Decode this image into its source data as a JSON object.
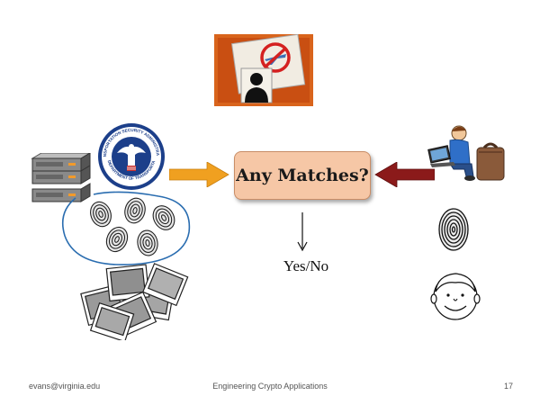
{
  "slide": {
    "match_label": "Any Matches?",
    "result_label": "Yes/No",
    "seal": {
      "top_text": "TRANSPORTATION SECURITY ADMINISTRATION",
      "bottom_text": "U.S. DEPARTMENT OF TRANSPORTATION"
    }
  },
  "footer": {
    "left": "evans@virginia.edu",
    "center": "Engineering Crypto Applications",
    "right": "17"
  },
  "colors": {
    "left_arrow": "#f0a020",
    "right_arrow": "#8b1a1a",
    "box_fill": "#f6c7a6",
    "ellipse": "#2a6db0"
  }
}
